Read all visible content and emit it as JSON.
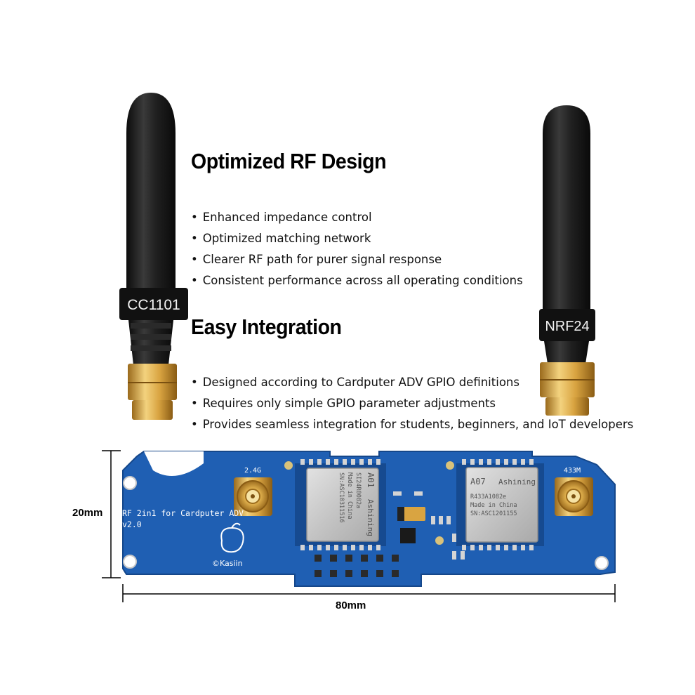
{
  "sections": [
    {
      "heading": "Optimized RF Design",
      "bullets": [
        "Enhanced impedance control",
        "Optimized matching network",
        "Clearer RF path for purer signal response",
        "Consistent performance across all operating conditions"
      ]
    },
    {
      "heading": "Easy Integration",
      "bullets": [
        "Designed according to Cardputer ADV GPIO definitions",
        "Requires only simple GPIO parameter adjustments",
        "Provides seamless integration for students, beginners, and IoT developers"
      ]
    }
  ],
  "antennas": {
    "left_label": "CC1101",
    "right_label": "NRF24"
  },
  "board": {
    "title_line1": "RF 2in1 for Cardputer ADV",
    "title_line2": "v2.0",
    "brand": "©Kasiin",
    "label_24g": "2.4G",
    "label_433m": "433M",
    "module1_code": "A01",
    "module1_brand": "Ashining",
    "module1_line1": "SI24R0082a",
    "module1_line2": "Made in China",
    "module1_line3": "SN:ASC10311516",
    "module2_code": "A07",
    "module2_brand": "Ashining",
    "module2_line1": "R433A1082e",
    "module2_line2": "Made in China",
    "module2_line3": "SN:ASC1201155"
  },
  "dimensions": {
    "height": "20mm",
    "width": "80mm"
  },
  "colors": {
    "pcb": "#1f5fb3",
    "antenna": "#1b1b1b",
    "brass": "#d9a441",
    "shield": "#c9c9c9"
  }
}
